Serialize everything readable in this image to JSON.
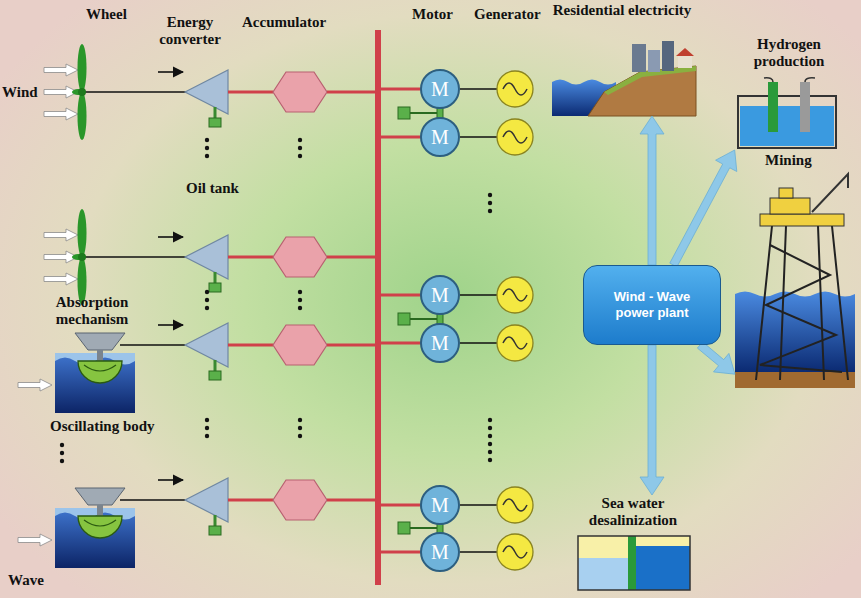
{
  "diagram": {
    "nodes": [
      {
        "text": [
          "M"
        ]
      },
      {
        "text": [
          "M"
        ]
      },
      {
        "text": [
          "M"
        ]
      },
      {
        "text": [
          "M"
        ]
      },
      {
        "text": [
          "M"
        ]
      },
      {
        "text": [
          "M"
        ]
      },
      {
        "text": [
          "Residential electricity"
        ]
      },
      {
        "text": [
          "Hydrogen production"
        ]
      },
      {
        "text": [
          "Mining"
        ]
      },
      {
        "text": [
          "Wind - Wave power plant"
        ]
      },
      {
        "text": [
          "Sea water desalinization"
        ]
      }
    ],
    "edges": [
      {
        "from": 9,
        "to": 6,
        "arrow": "to"
      },
      {
        "from": 9,
        "to": 7,
        "arrow": "to"
      },
      {
        "from": 9,
        "to": 8,
        "arrow": "to"
      },
      {
        "from": 9,
        "to": 10,
        "arrow": "to"
      }
    ],
    "labels": [
      "Wheel",
      "Energy converter",
      "Accumulator",
      "Motor",
      "Generator",
      "Wind",
      "Oil tank",
      "Absorption mechanism",
      "Oscillating body",
      "Wave"
    ]
  }
}
